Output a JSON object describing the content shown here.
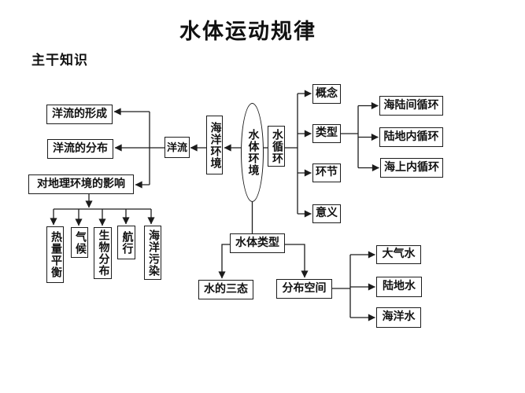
{
  "title": "水体运动规律",
  "section_label": "主干知识",
  "diagram": {
    "root": "水体环境",
    "marine": {
      "env": "海洋环境",
      "current": "洋流",
      "formation": "洋流的形成",
      "distribution": "洋流的分布",
      "impact": "对地理环境的影响",
      "impact_items": [
        "热量平衡",
        "气候",
        "生物分布",
        "航行",
        "海洋污染"
      ]
    },
    "cycle": {
      "name": "水循环",
      "aspects": [
        "概念",
        "类型",
        "环节",
        "意义"
      ],
      "types": [
        "海陆间循环",
        "陆地内循环",
        "海上内循环"
      ]
    },
    "types": {
      "name": "水体类型",
      "three_states": "水的三态",
      "space": "分布空间",
      "space_items": [
        "大气水",
        "陆地水",
        "海洋水"
      ]
    }
  }
}
